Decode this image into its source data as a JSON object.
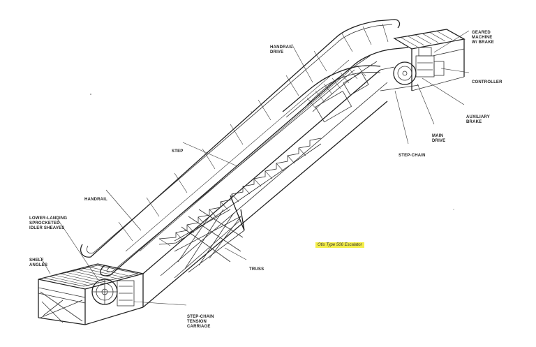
{
  "labels": {
    "handrail_drive": [
      "HANDRAIL",
      "DRIVE"
    ],
    "geared_machine": [
      "GEARED",
      "MACHINE",
      "W/ BRAKE"
    ],
    "controller": [
      "CONTROLLER"
    ],
    "auxiliary_brake": [
      "AUXILIARY",
      "BRAKE"
    ],
    "main_drive": [
      "MAIN",
      "DRIVE"
    ],
    "step_chain": [
      "STEP-CHAIN"
    ],
    "step": [
      "STEP"
    ],
    "handrail": [
      "HANDRAIL"
    ],
    "lower_landing": [
      "LOWER-LANDING",
      "SPROCKETED",
      "IDLER SHEAVES"
    ],
    "shelf_angles": [
      "SHELF",
      "ANGLES"
    ],
    "truss": [
      "TRUSS"
    ],
    "tension_carriage": [
      "STEP-CHAIN",
      "TENSION",
      "CARRIAGE"
    ]
  },
  "caption": "Otis Type 506 Escalator",
  "colors": {
    "highlight": "#f4ee4a",
    "ink": "#222222"
  }
}
